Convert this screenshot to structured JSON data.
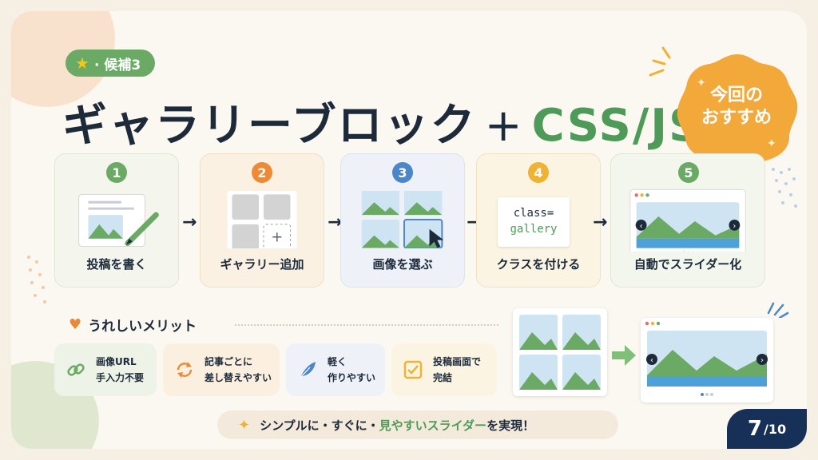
{
  "tag": {
    "star": "★",
    "label": "· 候補3"
  },
  "title": {
    "main": "ギャラリーブロック",
    "plus": "+",
    "accent": "CSS/JS"
  },
  "badge": {
    "line1": "今回の",
    "line2": "おすすめ"
  },
  "steps": [
    {
      "num": "1",
      "label": "投稿を書く",
      "color": "#6aaa64"
    },
    {
      "num": "2",
      "label": "ギャラリー追加",
      "color": "#ee8a35"
    },
    {
      "num": "3",
      "label": "画像を選ぶ",
      "color": "#4a86c8"
    },
    {
      "num": "4",
      "label": "クラスを付ける",
      "color": "#f0b232"
    },
    {
      "num": "5",
      "label": "自動でスライダー化",
      "color": "#6aaa64"
    }
  ],
  "step2_plus": "+",
  "step4_code": {
    "line1": "class=",
    "line2": "gallery"
  },
  "arrow_glyph": "→",
  "merits": {
    "heading": "うれしいメリット",
    "items": [
      {
        "text": "画像URL\n手入力不要",
        "icon": "link-icon"
      },
      {
        "text": "記事ごとに\n差し替えやすい",
        "icon": "refresh-icon"
      },
      {
        "text": "軽く\n作りやすい",
        "icon": "feather-icon"
      },
      {
        "text": "投稿画面で\n完結",
        "icon": "check-box-icon"
      }
    ]
  },
  "banner": {
    "before": "シンプルに・すぐに・",
    "highlight": "見やすいスライダー",
    "after": "を実現！"
  },
  "page": {
    "current": "7",
    "total": "/10"
  },
  "colors": {
    "green": "#6aaa64",
    "orange": "#ee8a35",
    "blue": "#4a86c8",
    "yellow": "#f0b232",
    "navy": "#163057"
  }
}
